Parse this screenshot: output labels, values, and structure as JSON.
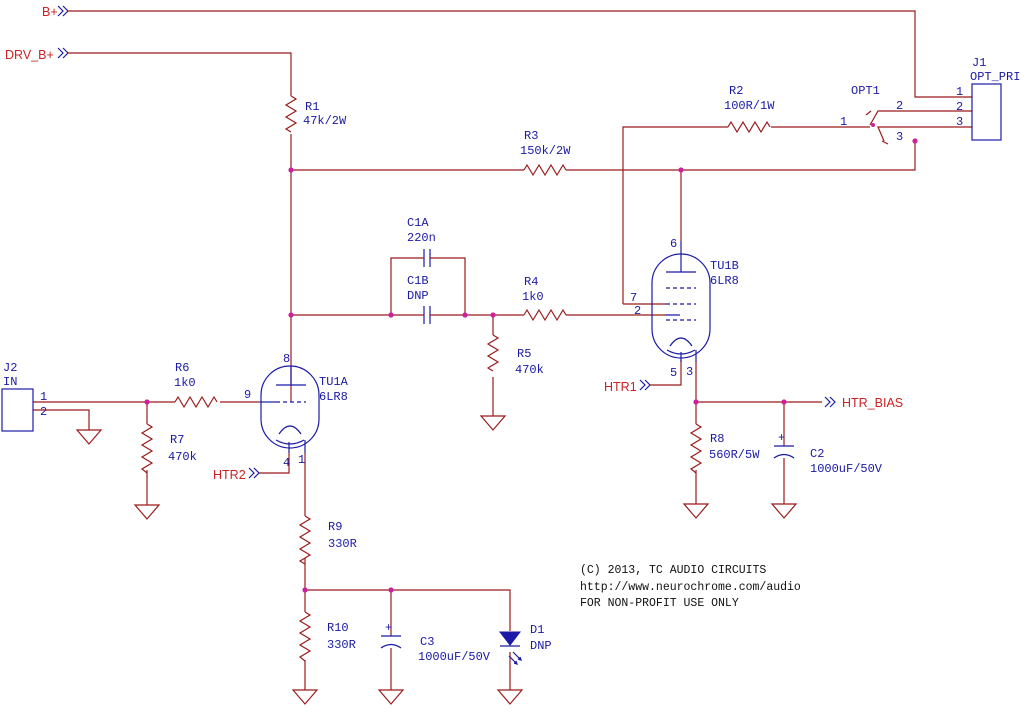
{
  "nets": {
    "b_plus": "B+",
    "drv_b_plus": "DRV_B+",
    "htr1": "HTR1",
    "htr2": "HTR2",
    "htr_bias": "HTR_BIAS"
  },
  "parts": {
    "j1": {
      "ref": "J1",
      "value": "OPT_PRI",
      "pins": [
        "1",
        "2",
        "3"
      ]
    },
    "j2": {
      "ref": "J2",
      "value": "IN",
      "pins": [
        "1",
        "2"
      ]
    },
    "opt1": {
      "ref": "OPT1",
      "pins": [
        "1",
        "2",
        "3"
      ]
    },
    "r1": {
      "ref": "R1",
      "value": "47k/2W"
    },
    "r2": {
      "ref": "R2",
      "value": "100R/1W"
    },
    "r3": {
      "ref": "R3",
      "value": "150k/2W"
    },
    "r4": {
      "ref": "R4",
      "value": "1k0"
    },
    "r5": {
      "ref": "R5",
      "value": "470k"
    },
    "r6": {
      "ref": "R6",
      "value": "1k0"
    },
    "r7": {
      "ref": "R7",
      "value": "470k"
    },
    "r8": {
      "ref": "R8",
      "value": "560R/5W"
    },
    "r9": {
      "ref": "R9",
      "value": "330R"
    },
    "r10": {
      "ref": "R10",
      "value": "330R"
    },
    "c1a": {
      "ref": "C1A",
      "value": "220n"
    },
    "c1b": {
      "ref": "C1B",
      "value": "DNP"
    },
    "c2": {
      "ref": "C2",
      "value": "1000uF/50V"
    },
    "c3": {
      "ref": "C3",
      "value": "1000uF/50V"
    },
    "d1": {
      "ref": "D1",
      "value": "DNP"
    },
    "tu1a": {
      "ref": "TU1A",
      "value": "6LR8",
      "pins": [
        "8",
        "9",
        "4",
        "1"
      ]
    },
    "tu1b": {
      "ref": "TU1B",
      "value": "6LR8",
      "pins": [
        "6",
        "7",
        "2",
        "5",
        "3"
      ]
    }
  },
  "notes": [
    "(C) 2013, TC AUDIO CIRCUITS",
    "http://www.neurochrome.com/audio",
    "FOR NON-PROFIT USE ONLY"
  ]
}
